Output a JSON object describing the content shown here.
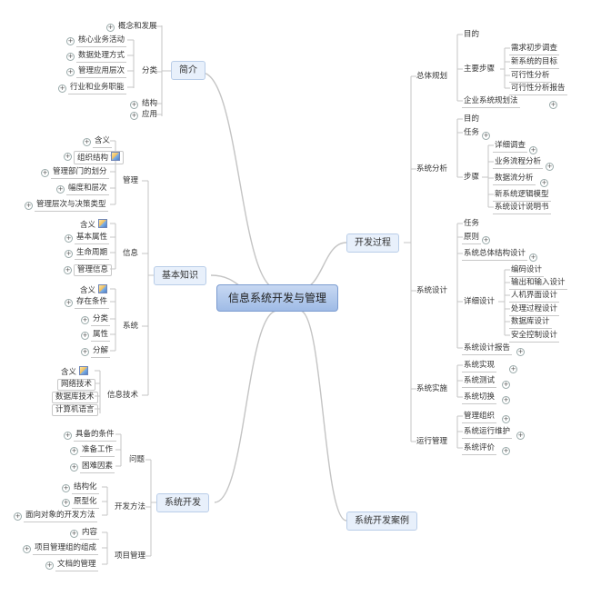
{
  "root": {
    "label": "信息系统开发与管理"
  },
  "topics": {
    "jianjie": "简介",
    "jichu": "基本知识",
    "xitongkaifa": "系统开发",
    "kaifaguocheng": "开发过程",
    "anli": "系统开发案例"
  },
  "jianjie": {
    "gainian": "概念和发展",
    "fenlei": "分类",
    "fenlei_items": [
      "核心业务活动",
      "数据处理方式",
      "管理应用层次",
      "行业和业务职能"
    ],
    "jiegou": "结构",
    "yingyong": "应用"
  },
  "jichu": {
    "guanli": "管理",
    "guanli_items": [
      "含义",
      "组织结构",
      "管理部门的划分",
      "幅度和层次",
      "管理层次与决策类型"
    ],
    "xinxi": "信息",
    "xinxi_items": [
      "含义",
      "基本属性",
      "生命周期",
      "管理信息"
    ],
    "xitong": "系统",
    "xitong_items": [
      "含义",
      "存在条件",
      "分类",
      "属性",
      "分解"
    ],
    "xinxijishu": "信息技术",
    "xinxijishu_items": [
      "含义",
      "网络技术",
      "数据库技术",
      "计算机语言"
    ]
  },
  "kaifa": {
    "wenti": "问题",
    "wenti_items": [
      "具备的条件",
      "准备工作",
      "困难因素"
    ],
    "fangfa": "开发方法",
    "fangfa_items": [
      "结构化",
      "原型化",
      "面向对象的开发方法"
    ],
    "xiangmu": "项目管理",
    "xiangmu_items": [
      "内容",
      "项目管理组的组成",
      "文档的管理"
    ]
  },
  "guocheng": {
    "zongti": "总体规划",
    "zongti_mudi": "目的",
    "zongti_buzhou": "主要步骤",
    "zongti_buzhou_items": [
      "需求初步调查",
      "新系统的目标",
      "可行性分析",
      "可行性分析报告"
    ],
    "zongti_qiye": "企业系统规划法",
    "fenxi": "系统分析",
    "fenxi_mudi": "目的",
    "fenxi_renwu": "任务",
    "fenxi_buzhou": "步骤",
    "fenxi_buzhou_items": [
      "详细调查",
      "业务流程分析",
      "数据流分析",
      "新系统逻辑模型",
      "系统设计说明书"
    ],
    "sheji": "系统设计",
    "sheji_renwu": "任务",
    "sheji_yuanze": "原则",
    "sheji_zongti": "系统总体结构设计",
    "sheji_xiangxi": "详细设计",
    "sheji_xiangxi_items": [
      "编码设计",
      "输出和输入设计",
      "人机界面设计",
      "处理过程设计",
      "数据库设计",
      "安全控制设计"
    ],
    "sheji_baogao": "系统设计报告",
    "shishi": "系统实施",
    "shishi_items": [
      "系统实现",
      "系统测试",
      "系统切换"
    ],
    "yunxing": "运行管理",
    "yunxing_items": [
      "管理组织",
      "系统运行维护",
      "系统评价"
    ]
  }
}
